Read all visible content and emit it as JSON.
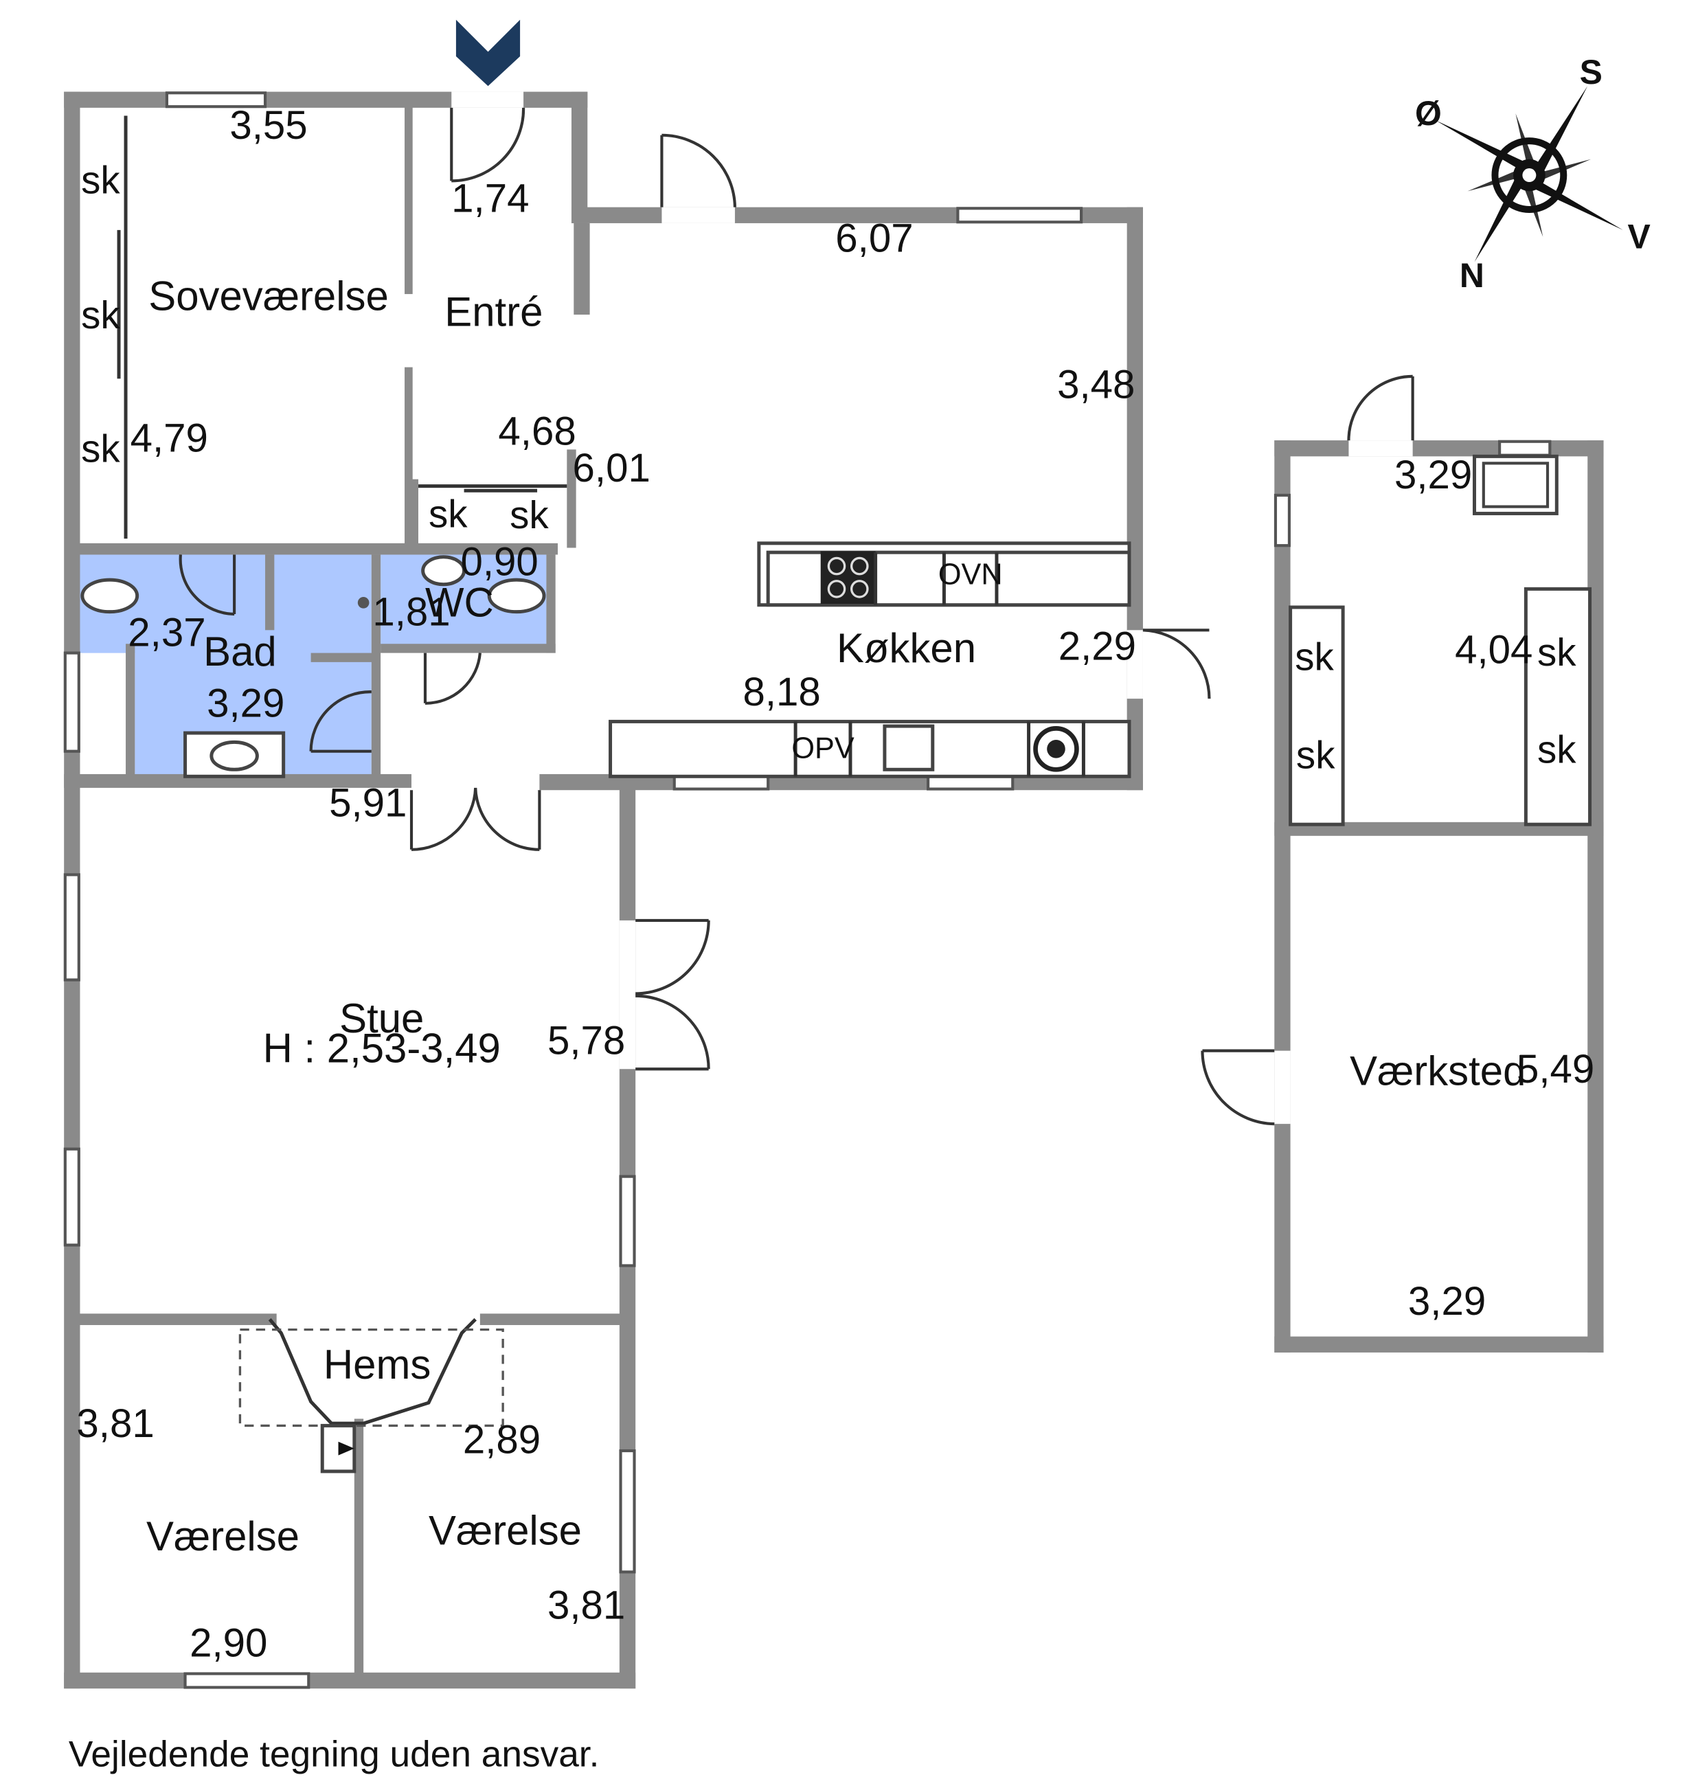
{
  "colors": {
    "wall": "#8a8a8a",
    "wet_room": "#adc8ff",
    "entrance_marker": "#1c3a5e"
  },
  "entrance_marker_icon": "chevron-down-icon",
  "compass": {
    "icon": "compass-rose-icon",
    "labels": {
      "s": "S",
      "oe": "Ø",
      "v": "V",
      "n": "N"
    }
  },
  "rooms": {
    "sovevaerelse": "Soveværelse",
    "entre": "Entré",
    "bad": "Bad",
    "wc": "WC",
    "kokken": "Køkken",
    "stue": "Stue",
    "stue_height": "H : 2,53-3,49",
    "hems": "Hems",
    "vaerelse_1": "Værelse",
    "vaerelse_2": "Værelse",
    "vaerksted": "Værksted"
  },
  "dimensions": {
    "d355": "3,55",
    "d174": "1,74",
    "d607": "6,07",
    "d348": "3,48",
    "d479": "4,79",
    "d468": "4,68",
    "d601": "6,01",
    "d090": "0,90",
    "d181": "1,81",
    "d237": "2,37",
    "d329_bad": "3,29",
    "d229": "2,29",
    "d818": "8,18",
    "d591": "5,91",
    "d578": "5,78",
    "d381_left": "3,81",
    "d289": "2,89",
    "d381_right": "3,81",
    "d290": "2,90",
    "d329_ws_top": "3,29",
    "d404": "4,04",
    "d549": "5,49",
    "d329_ws_bottom": "3,29"
  },
  "storage_label": "sk",
  "appliances": {
    "oven": "OVN",
    "dishwasher": "OPV"
  },
  "disclaimer": "Vejledende tegning uden ansvar."
}
